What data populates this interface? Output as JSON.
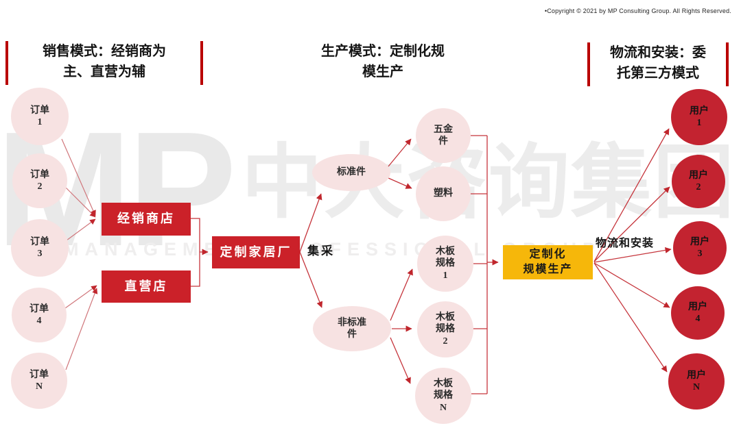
{
  "copyright": "•Copyright © 2021 by MP Consulting Group. All Rights Reserved.",
  "watermark": {
    "logo": "MP",
    "cn": "中大咨询集团",
    "en": "MANAGEMENT PROFESSIONAL GROUP"
  },
  "headers": [
    {
      "id": "sales",
      "line1": "销售模式：经销商为",
      "line2": "主、直营为辅",
      "side_bars": true
    },
    {
      "id": "production",
      "line1": "生产模式：定制化规",
      "line2": "模生产",
      "side_bars": false
    },
    {
      "id": "logistics",
      "line1": "物流和安装：委",
      "line2": "托第三方模式",
      "side_bars": true
    }
  ],
  "orders": [
    {
      "label": "订单",
      "num": "1"
    },
    {
      "label": "订单",
      "num": "2"
    },
    {
      "label": "订单",
      "num": "3"
    },
    {
      "label": "订单",
      "num": "4"
    },
    {
      "label": "订单",
      "num": "N"
    }
  ],
  "stores": {
    "dealer": "经销商店",
    "direct": "直营店"
  },
  "factory": "定制家居厂",
  "procurement_label": "集采",
  "part_groups": {
    "standard": {
      "line1": "标准件",
      "line2": ""
    },
    "nonstandard": {
      "line1": "非标准",
      "line2": "件"
    }
  },
  "parts": [
    {
      "line1": "五金",
      "line2": "件",
      "line3": ""
    },
    {
      "line1": "塑料",
      "line2": "",
      "line3": ""
    },
    {
      "line1": "木板",
      "line2": "规格",
      "line3": "1"
    },
    {
      "line1": "木板",
      "line2": "规格",
      "line3": "2"
    },
    {
      "line1": "木板",
      "line2": "规格",
      "line3": "N"
    }
  ],
  "mass_production": {
    "line1": "定制化",
    "line2": "规模生产"
  },
  "logistics_label": "物流和安装",
  "users": [
    {
      "label": "用户",
      "num": "1"
    },
    {
      "label": "用户",
      "num": "2"
    },
    {
      "label": "用户",
      "num": "3"
    },
    {
      "label": "用户",
      "num": "4"
    },
    {
      "label": "用户",
      "num": "N"
    }
  ],
  "colors": {
    "box_red": "#cb2129",
    "user_red": "#c32330",
    "pink": "#f7e2e2",
    "yellow": "#f6b70a",
    "line_red": "#c5343b",
    "header_bar": "#b90000"
  }
}
